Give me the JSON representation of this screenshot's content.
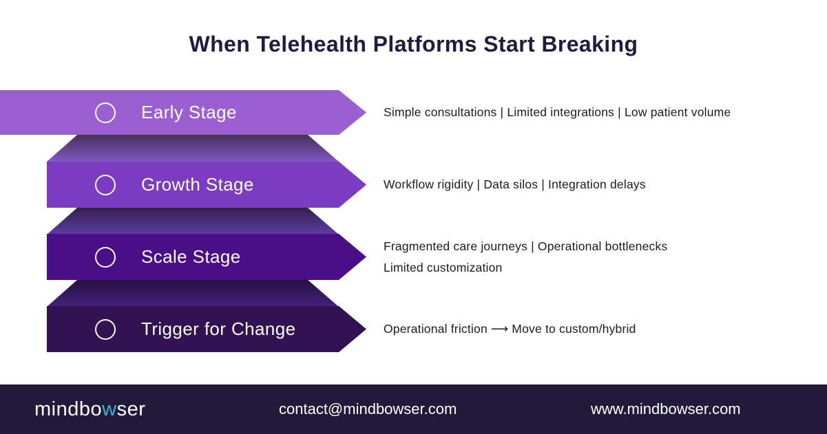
{
  "title": "When Telehealth Platforms Start Breaking",
  "stages": [
    {
      "label": "Early Stage",
      "lines": [
        "Simple consultations | Limited integrations | Low patient volume"
      ],
      "band_color": "#9b5fd2"
    },
    {
      "label": "Growth Stage",
      "lines": [
        "Workflow rigidity | Data silos | Integration delays"
      ],
      "band_color": "#7b3cc1",
      "fold_top_color": "#453159",
      "fold_bottom_color": "#8156c4"
    },
    {
      "label": "Scale Stage",
      "lines": [
        "Fragmented care journeys | Operational bottlenecks",
        "Limited customization"
      ],
      "band_color": "#4a0e87",
      "fold_top_color": "#342050",
      "fold_bottom_color": "#5d3da0"
    },
    {
      "label": "Trigger for Change",
      "lines": [
        "Operational friction ⟶ Move to custom/hybrid"
      ],
      "band_color": "#331254",
      "fold_top_color": "#241040",
      "fold_bottom_color": "#44217b"
    }
  ],
  "footer": {
    "logo_prefix": "mindbo",
    "logo_accent": "w",
    "logo_suffix": "ser",
    "email": "contact@mindbowser.com",
    "website": "www.mindbowser.com",
    "background_color": "#211a3a",
    "accent_color": "#35b6c9"
  }
}
